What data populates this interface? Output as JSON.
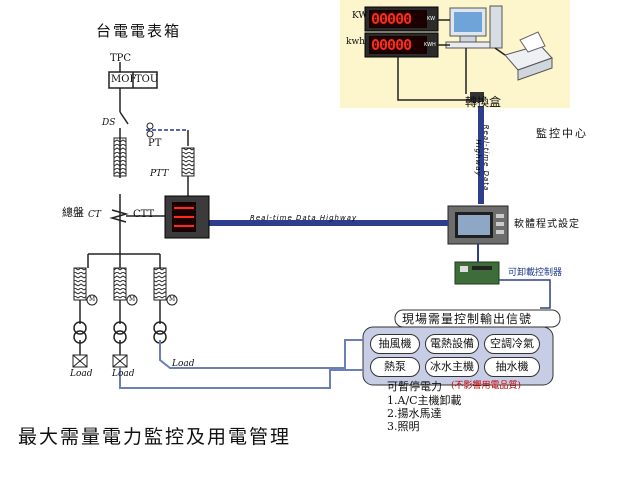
{
  "panel": {
    "title": "台電電表箱",
    "tpc": "TPC",
    "mof": "MOF",
    "tou": "TOU",
    "ds": "DS",
    "pt": "PT",
    "ptt": "PTT",
    "main_ct": "總盤",
    "ct": "CT",
    "ctt": "CTT"
  },
  "monitoring": {
    "kw_label": "KW",
    "kwh_label": "kwh",
    "kw_unit": "KW",
    "kwh_unit": "KWH",
    "kw_digits": "00000",
    "kwh_digits": "00000",
    "converter": "轉換盒",
    "center": "監控中心",
    "software": "軟體程式設定",
    "controller": "可卸載控制器"
  },
  "highway": {
    "horizontal": "Real-time Data Highway",
    "vertical": "Real-time Data Highway"
  },
  "loads": {
    "label": "Load",
    "motor": "M"
  },
  "control": {
    "header": "現場需量控制輸出信號",
    "buttons": [
      "抽風機",
      "電熱設備",
      "空調冷氣",
      "熱泵",
      "冰水主機",
      "抽水機"
    ],
    "interruptible_title": "可暫停電力",
    "interruptible_note": "(不影響用電品質)",
    "items": [
      "1.A/C主機卸載",
      "2.揚水馬達",
      "3.照明"
    ]
  },
  "footer": {
    "title": "最大需量電力監控及用電管理"
  },
  "colors": {
    "monitor_bg": "#fdf6cc",
    "control_bg": "#c8cde6",
    "digits": "#ff2a1a",
    "cable": "#2e3e8c",
    "dashed": "#2233aa",
    "load_line": "#6b80b8"
  }
}
